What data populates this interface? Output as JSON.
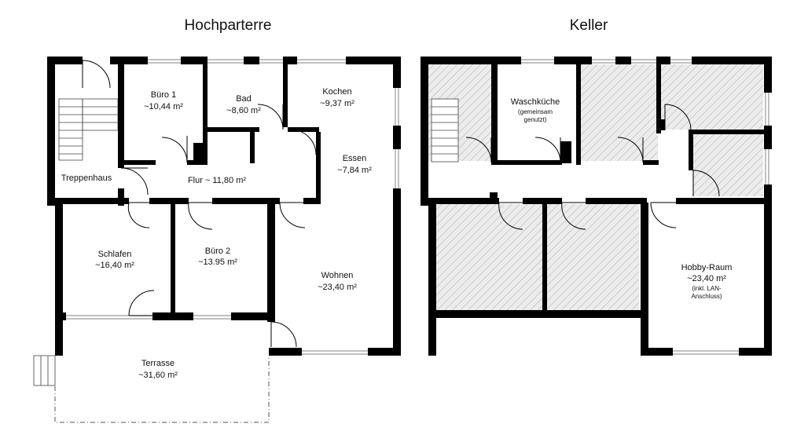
{
  "plans": [
    {
      "title": "Hochparterre",
      "rooms": [
        {
          "name": "Büro 1",
          "area": "~10,44 m²"
        },
        {
          "name": "Bad",
          "area": "~8,60 m²"
        },
        {
          "name": "Kochen",
          "area": "~9,37 m²"
        },
        {
          "name": "Essen",
          "area": "~7,84 m²"
        },
        {
          "name": "Treppenhaus"
        },
        {
          "name": "Flur ~ 11,80 m²"
        },
        {
          "name": "Schlafen",
          "area": "~16,40 m²"
        },
        {
          "name": "Büro 2",
          "area": "~13.95 m²"
        },
        {
          "name": "Wohnen",
          "area": "~23,40 m²"
        },
        {
          "name": "Terrasse",
          "area": "~31,60 m²"
        }
      ]
    },
    {
      "title": "Keller",
      "rooms": [
        {
          "name": "Waschküche",
          "notes": [
            "(gemeinsam",
            "genutzt)"
          ]
        },
        {
          "name": "Hobby-Raum",
          "area": "~23,40 m²",
          "notes": [
            "(inkl. LAN-",
            "Anschluss)"
          ]
        }
      ]
    }
  ],
  "colors": {
    "wall": "#000000",
    "window": "#9a9a9a",
    "hatch": "#bdbdbd",
    "hatch_bg": "#ececec"
  }
}
